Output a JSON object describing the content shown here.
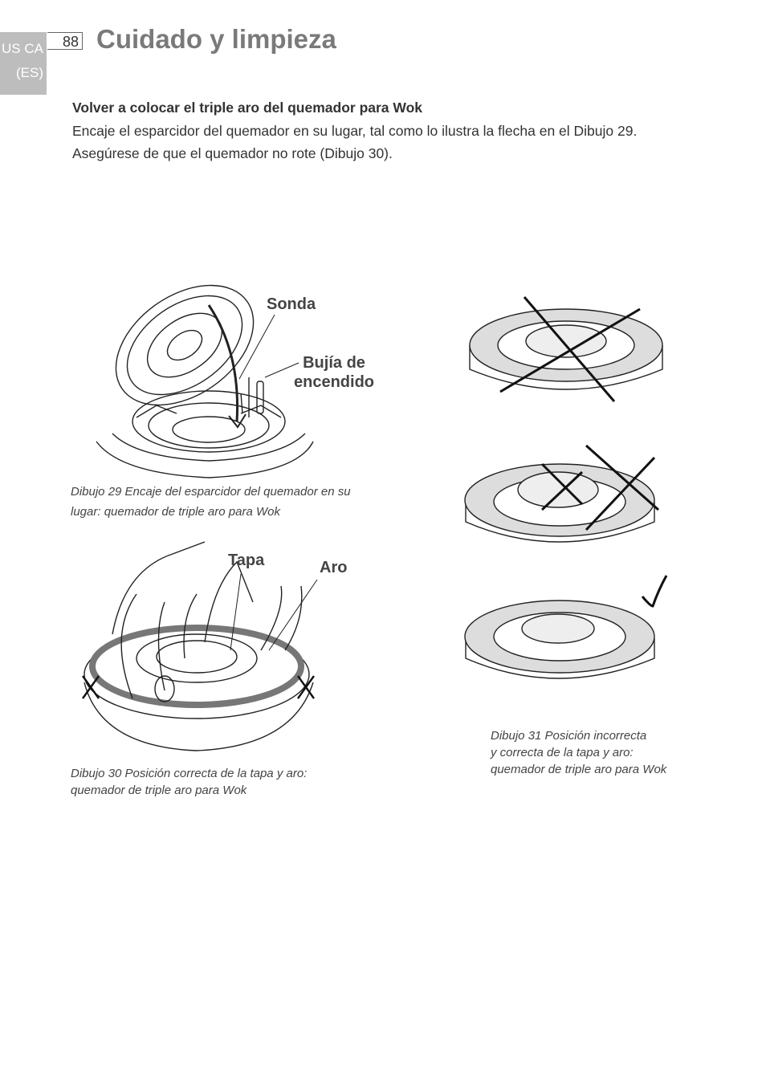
{
  "header": {
    "region": "US CA",
    "lang": "(ES)",
    "page_number": "88",
    "title": "Cuidado y limpieza"
  },
  "section": {
    "heading": "Volver a colocar el triple aro del quemador para Wok",
    "line1": "Encaje el esparcidor del quemador en su lugar, tal como lo ilustra la flecha en el Dibujo 29.",
    "line2": "Asegúrese de que el quemador no rote (Dibujo 30)."
  },
  "fig29": {
    "label_probe": "Sonda",
    "label_igniter_1": "Bujía de",
    "label_igniter_2": "encendido",
    "caption_1": "Dibujo 29 Encaje del esparcidor del quemador en su",
    "caption_2": "lugar: quemador de triple aro para Wok"
  },
  "fig30": {
    "label_cap": "Tapa",
    "label_ring": "Aro",
    "caption_1": "Dibujo 30 Posición correcta de la tapa y aro:",
    "caption_2": "quemador de triple aro para Wok"
  },
  "fig31": {
    "caption_1": "Dibujo 31 Posición incorrecta",
    "caption_2": "y correcta de la tapa y aro:",
    "caption_3": "quemador de triple aro para Wok",
    "states": [
      "incorrect",
      "incorrect",
      "correct"
    ]
  }
}
